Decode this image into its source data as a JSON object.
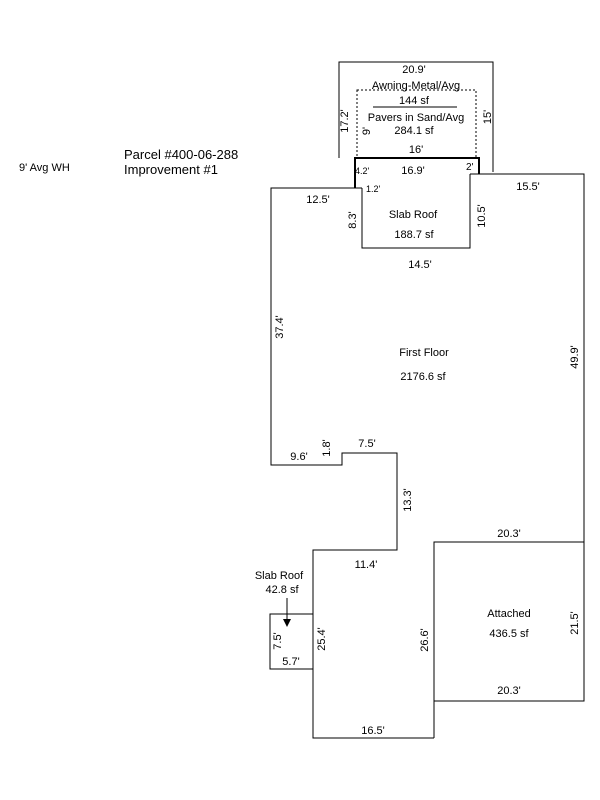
{
  "header": {
    "wh_label": "9' Avg WH",
    "parcel": "Parcel #400-06-288",
    "improvement": "Improvement #1"
  },
  "areas": {
    "awning": {
      "name": "Awning-Metal/Avg",
      "area": "144 sf"
    },
    "pavers": {
      "name": "Pavers in Sand/Avg",
      "area": "284.1 sf"
    },
    "slab_roof_top": {
      "name": "Slab Roof",
      "area": "188.7 sf"
    },
    "first_floor": {
      "name": "First Floor",
      "area": "2176.6 sf"
    },
    "slab_roof_small": {
      "name": "Slab Roof",
      "area": "42.8 sf"
    },
    "attached": {
      "name": "Attached",
      "area": "436.5 sf"
    }
  },
  "dims": {
    "awning_top": "20.9'",
    "awning_left": "17.2'",
    "awning_right": "15'",
    "pavers_left": "9'",
    "pavers_bottom": "16'",
    "slab_top": "16.9'",
    "slab_left_a": "4.2'",
    "slab_left_b": "1.2'",
    "slab_right_a": "2'",
    "slab_left_c": "8.3'",
    "slab_right_c": "10.5'",
    "slab_bottom": "14.5'",
    "ff_top_left": "12.5'",
    "ff_top_right": "15.5'",
    "ff_left": "37.4'",
    "ff_right": "49.9'",
    "ff_step_a": "9.6'",
    "ff_step_b": "1.8'",
    "ff_step_c": "7.5'",
    "ff_step_d": "13.3'",
    "ff_step_e": "11.4'",
    "att_top": "20.3'",
    "att_right": "21.5'",
    "att_left": "26.6'",
    "att_bottom": "20.3'",
    "small_left": "7.5'",
    "small_bottom": "5.7'",
    "low_left": "25.4'",
    "low_bottom": "16.5'"
  }
}
